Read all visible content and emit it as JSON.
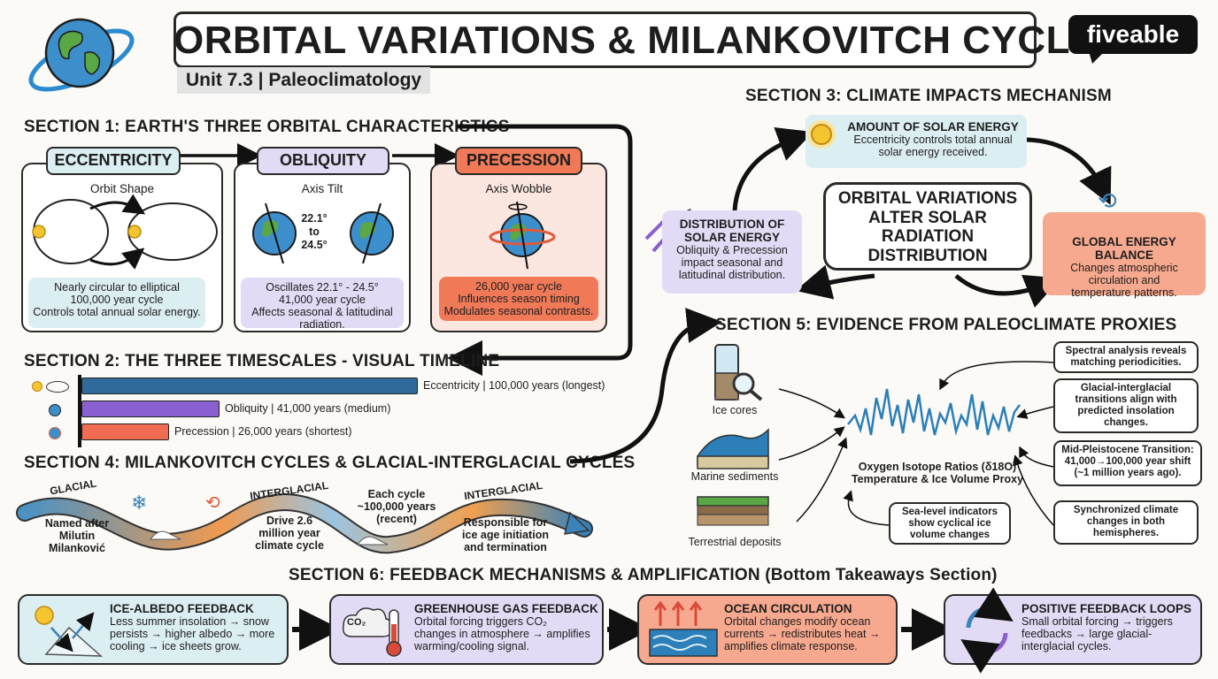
{
  "header": {
    "title": "ORBITAL VARIATIONS & MILANKOVITCH CYCLES",
    "subtitle": "Unit 7.3 | Paleoclimatology",
    "brand": "fiveable"
  },
  "section1": {
    "title": "SECTION 1: EARTH'S THREE ORBITAL CHARACTERISTICS",
    "eccentricity": {
      "label": "ECCENTRICITY",
      "sub": "Orbit Shape",
      "desc1": "Nearly circular to elliptical",
      "desc2": "100,000 year cycle",
      "desc3": "Controls total annual solar energy."
    },
    "obliquity": {
      "label": "OBLIQUITY",
      "sub": "Axis Tilt",
      "angle1": "22.1°",
      "to": "to",
      "angle2": "24.5°",
      "desc1": "Oscillates 22.1° - 24.5°",
      "desc2": "41,000 year cycle",
      "desc3": "Affects seasonal & latitudinal",
      "desc4": "radiation."
    },
    "precession": {
      "label": "PRECESSION",
      "sub": "Axis Wobble",
      "desc1": "26,000 year cycle",
      "desc2": "Influences season timing",
      "desc3": "Modulates seasonal contrasts."
    }
  },
  "section2": {
    "title": "SECTION 2: THE THREE TIMESCALES - VISUAL TIMELINE",
    "bars": [
      {
        "label": "Eccentricity | 100,000 years (longest)",
        "value": 100000,
        "color": "#2f6a9a"
      },
      {
        "label": "Obliquity | 41,000 years (medium)",
        "value": 41000,
        "color": "#8a5fd0"
      },
      {
        "label": "Precession | 26,000 years (shortest)",
        "value": 26000,
        "color": "#ef6c52"
      }
    ]
  },
  "section3": {
    "title": "SECTION 3: CLIMATE IMPACTS MECHANISM",
    "solar": {
      "title": "AMOUNT OF SOLAR ENERGY",
      "l1": "Eccentricity controls total annual",
      "l2": "solar energy received."
    },
    "center": {
      "l1": "ORBITAL VARIATIONS",
      "l2": "ALTER SOLAR",
      "l3": "RADIATION",
      "l4": "DISTRIBUTION"
    },
    "distribution": {
      "t1": "DISTRIBUTION OF",
      "t2": "SOLAR ENERGY",
      "l1": "Obliquity & Precession",
      "l2": "impact seasonal and",
      "l3": "latitudinal distribution."
    },
    "balance": {
      "title": "GLOBAL ENERGY BALANCE",
      "l1": "Changes atmospheric",
      "l2": "circulation and",
      "l3": "temperature patterns."
    }
  },
  "section4": {
    "title": "SECTION 4: MILANKOVITCH CYCLES & GLACIAL-INTERGLACIAL CYCLES",
    "glacial": "GLACIAL",
    "interglacial1": "INTERGLACIAL",
    "interglacial2": "INTERGLACIAL",
    "named": [
      "Named after",
      "Milutin",
      "Milanković"
    ],
    "drive": [
      "Drive 2.6",
      "million year",
      "climate cycle"
    ],
    "each": [
      "Each cycle",
      "~100,000 years",
      "(recent)"
    ],
    "resp": [
      "Responsible for",
      "ice age initiation",
      "and termination"
    ]
  },
  "section5": {
    "title": "SECTION 5: EVIDENCE FROM PALEOCLIMATE PROXIES",
    "ice": "Ice cores",
    "marine": "Marine sediments",
    "terrestrial": "Terrestrial deposits",
    "isotope1": "Oxygen Isotope Ratios (δ18O)",
    "isotope2": "Temperature & Ice Volume Proxy",
    "sealevel": [
      "Sea-level indicators",
      "show cyclical ice",
      "volume changes"
    ],
    "spectral": [
      "Spectral analysis reveals",
      "matching periodicities."
    ],
    "transitions": [
      "Glacial-interglacial",
      "transitions align with",
      "predicted insolation",
      "changes."
    ],
    "mpt": [
      "Mid-Pleistocene Transition:",
      "41,000→100,000 year shift",
      "(~1 million years ago)."
    ],
    "sync": [
      "Synchronized climate",
      "changes in both",
      "hemispheres."
    ]
  },
  "section6": {
    "title": "SECTION 6: FEEDBACK MECHANISMS & AMPLIFICATION (Bottom Takeaways Section)",
    "ice": {
      "title": "ICE-ALBEDO FEEDBACK",
      "l1": "Less summer insolation → snow",
      "l2": "persists → higher albedo → more",
      "l3": "cooling → ice sheets grow."
    },
    "ghg": {
      "title": "GREENHOUSE GAS FEEDBACK",
      "l1": "Orbital forcing triggers CO₂",
      "l2": "changes in atmosphere → amplifies",
      "l3": "warming/cooling signal.",
      "co2": "CO₂"
    },
    "ocean": {
      "title": "OCEAN CIRCULATION",
      "l1": "Orbital changes modify ocean",
      "l2": "currents → redistributes heat →",
      "l3": "amplifies climate response."
    },
    "positive": {
      "title": "POSITIVE FEEDBACK LOOPS",
      "l1": "Small orbital forcing → triggers",
      "l2": "feedbacks → large glacial-",
      "l3": "interglacial cycles."
    }
  },
  "colors": {
    "blue": "#dbeef2",
    "purple": "#e3daf5",
    "salmon": "#f7c7b4",
    "orange": "#f07a58"
  }
}
